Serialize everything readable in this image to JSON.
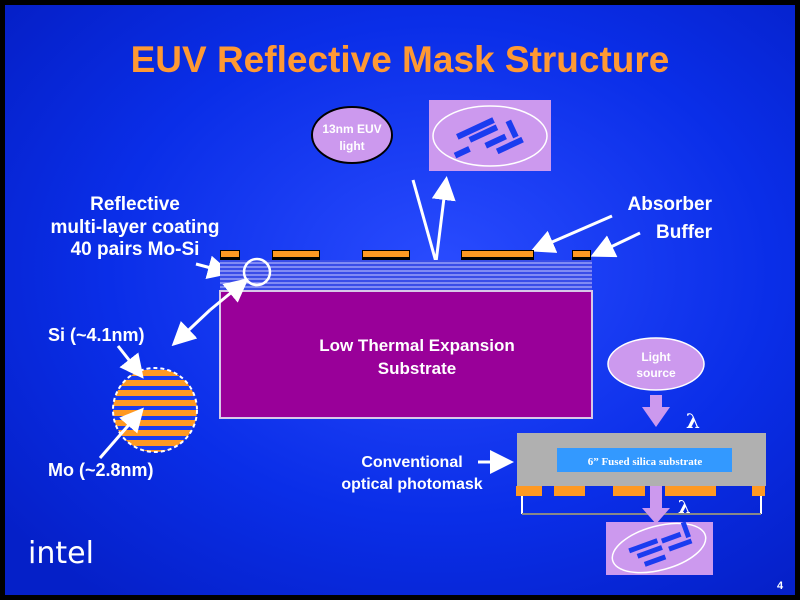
{
  "title": "EUV Reflective Mask Structure",
  "euv_light_label": [
    "13nm EUV",
    "light"
  ],
  "reflective_label": [
    "Reflective",
    "multi-layer coating",
    "40 pairs Mo-Si"
  ],
  "absorber_label": "Absorber",
  "buffer_label": "Buffer",
  "substrate_label": [
    "Low Thermal Expansion",
    "Substrate"
  ],
  "si_label": "Si (~4.1nm)",
  "mo_label": "Mo (~2.8nm)",
  "light_source_label": [
    "Light",
    "source"
  ],
  "lambda": "λ",
  "fused_silica_label": "6” Fused silica substrate",
  "conventional_label": [
    "Conventional",
    "optical photomask"
  ],
  "logo": "intel",
  "page_number": "4",
  "colors": {
    "background": "#0a28e0",
    "title": "#ff9933",
    "absorber": "#ff9922",
    "substrate": "#990099",
    "bubble": "#cc99ee",
    "photomask": "#b0b0b0",
    "silica": "#3399ff"
  }
}
